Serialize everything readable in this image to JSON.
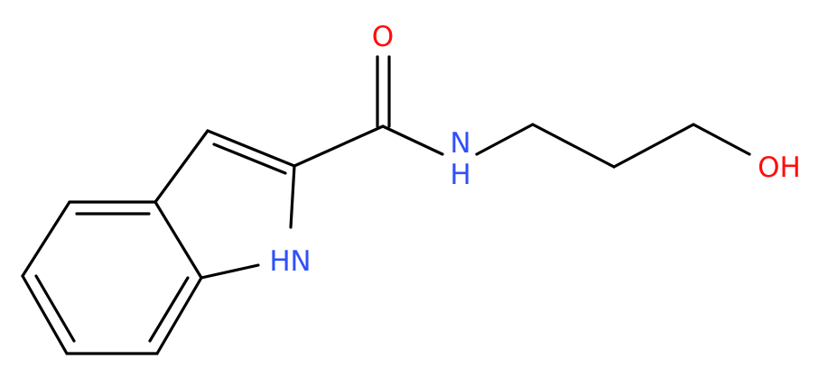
{
  "molecule": {
    "atom_labels": {
      "carbonyl_oxygen": "O",
      "amide_nitrogen": "N",
      "amide_hydrogen": "H",
      "indole_nitrogen_hydrogen": "H",
      "indole_nitrogen": "N",
      "hydroxyl": "OH"
    },
    "colors": {
      "bond": "#000000",
      "nitrogen": "#3050F8",
      "oxygen": "#FF0D0D"
    }
  }
}
